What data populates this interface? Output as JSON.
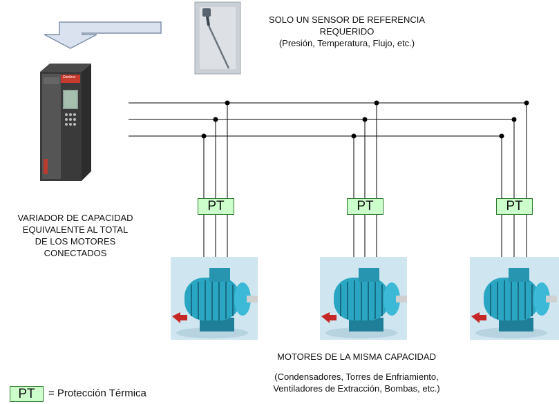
{
  "sensor_caption": {
    "line1": "SOLO UN SENSOR DE REFERENCIA",
    "line2": "REQUERIDO",
    "line3": "(Presión, Temperatura, Flujo, etc.)"
  },
  "drive_caption": {
    "line1": "VARIADOR DE CAPACIDAD",
    "line2": "EQUIVALENTE AL TOTAL",
    "line3": "DE LOS MOTORES",
    "line4": "CONECTADOS"
  },
  "drive_brand": "Danfoss",
  "pt_label": "PT",
  "motors_caption": {
    "title": "MOTORES DE LA MISMA CAPACIDAD",
    "line1": "(Condensadores, Torres de Enfriamiento,",
    "line2": "Ventiladores de Extracción, Bombas, etc.)"
  },
  "legend": {
    "box_label": "PT",
    "text": "= Protección Térmica"
  },
  "colors": {
    "pt_fill": "#ccffcc",
    "arrow_fill": "#d9e2ee",
    "motor_body": "#2aa6c3",
    "motor_bg": "#cfe6f0"
  }
}
